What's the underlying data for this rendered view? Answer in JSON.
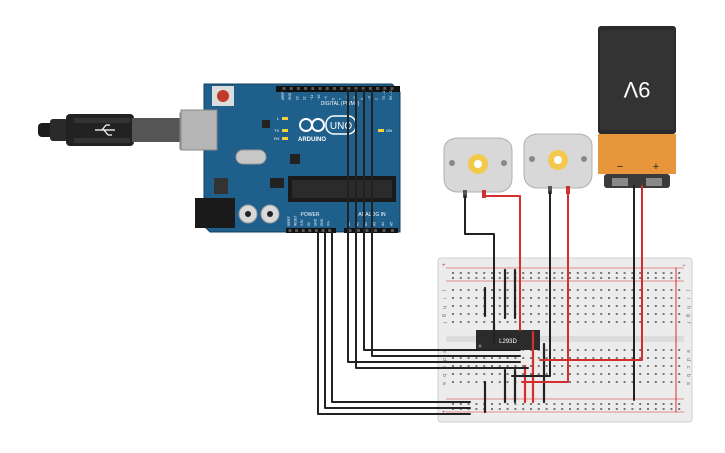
{
  "arduino": {
    "brand": "ARDUINO",
    "model": "UNO",
    "header_digital": "DIGITAL (PWM~)",
    "header_power": "POWER",
    "header_analog": "ANALOG IN",
    "led_labels": [
      "L",
      "TX",
      "RX"
    ],
    "on_label": "ON",
    "top_pins": [
      "AREF",
      "GND",
      "13",
      "12",
      "~11",
      "~10",
      "~9",
      "8",
      "7",
      "~6",
      "~5",
      "4",
      "~3",
      "2",
      "TX→1",
      "RX←0"
    ],
    "power_pins": [
      "IOREF",
      "RESET",
      "3.3V",
      "5V",
      "GND",
      "GND",
      "Vin"
    ],
    "analog_pins": [
      "A0",
      "A1",
      "A2",
      "A3",
      "A4",
      "A5"
    ]
  },
  "battery": {
    "label": "9V",
    "minus": "−",
    "plus": "+"
  },
  "ic": {
    "label": "L293D"
  },
  "breadboard": {
    "row_letters_top": [
      "f",
      "g",
      "h",
      "i",
      "j"
    ],
    "row_letters_bottom": [
      "a",
      "b",
      "c",
      "d",
      "e"
    ],
    "rail_plus": "+",
    "rail_minus": "−"
  },
  "colors": {
    "board": "#1f5f8b",
    "wire_black": "#222222",
    "wire_red": "#d32f2f",
    "battery_body": "#2a2a2a",
    "battery_orange": "#e8963c"
  }
}
